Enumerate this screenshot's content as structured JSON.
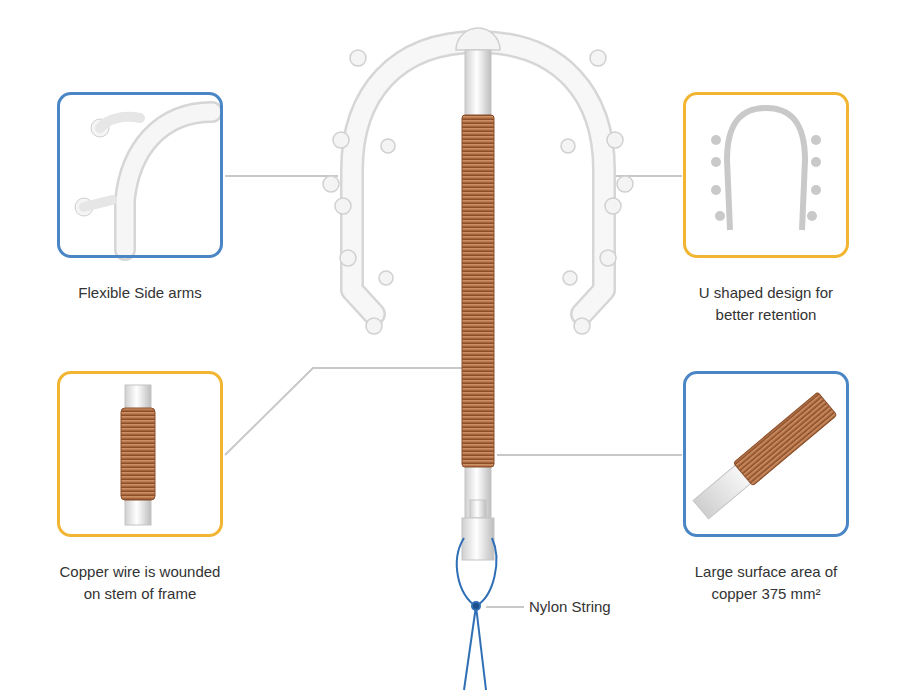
{
  "diagram": {
    "nodes": [
      {
        "text": [
          "Flexible Side arms"
        ]
      },
      {
        "text": [
          "U shaped design for better retention"
        ]
      },
      {
        "text": [
          "Copper wire is wounded on stem of frame"
        ]
      },
      {
        "text": [
          "Large surface area of copper 375 mm²"
        ]
      }
    ],
    "labels": [
      "Nylon String"
    ]
  }
}
